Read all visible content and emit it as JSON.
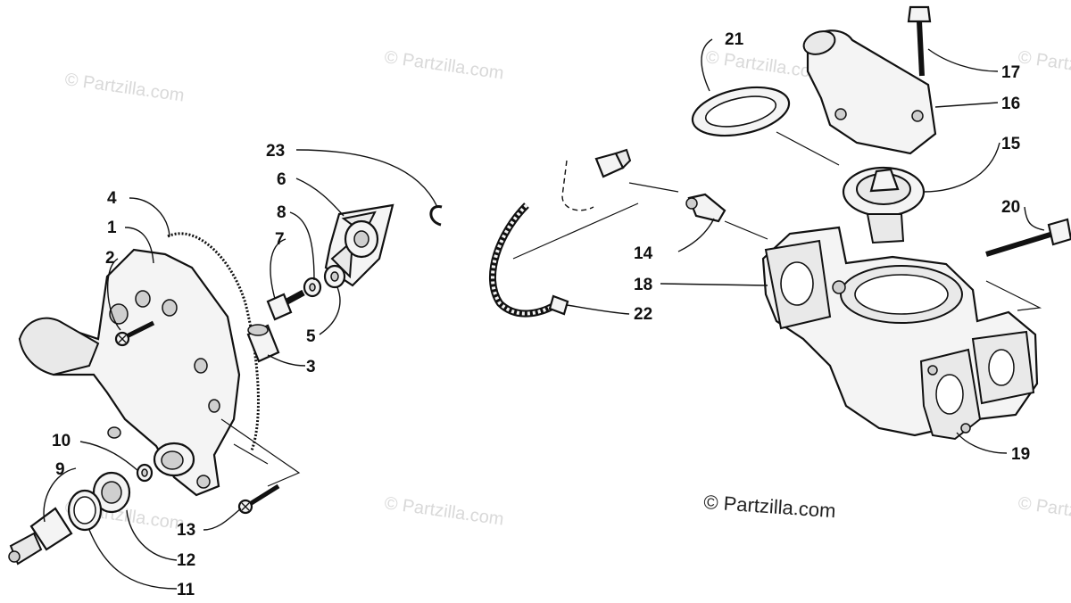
{
  "watermark": "© Partzilla.com",
  "copyright": "© Partzilla.com",
  "callouts": {
    "c1": "1",
    "c2": "2",
    "c3": "3",
    "c4": "4",
    "c5": "5",
    "c6": "6",
    "c7": "7",
    "c8": "8",
    "c9": "9",
    "c10": "10",
    "c11": "11",
    "c12": "12",
    "c13": "13",
    "c14": "14",
    "c15": "15",
    "c16": "16",
    "c17": "17",
    "c18": "18",
    "c19": "19",
    "c20": "20",
    "c21": "21",
    "c22": "22",
    "c23": "23"
  }
}
